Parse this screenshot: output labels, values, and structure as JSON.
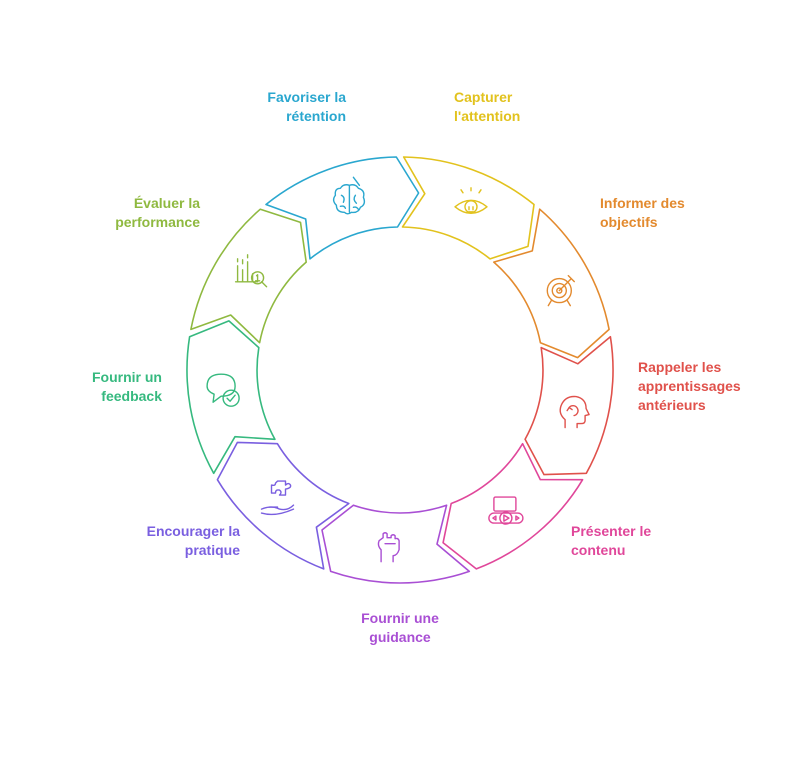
{
  "steps": [
    {
      "lines": [
        "Capturer",
        "l'attention"
      ],
      "color": "#e2c21d",
      "icon": "eye-bulb-icon"
    },
    {
      "lines": [
        "Informer des",
        "objectifs"
      ],
      "color": "#e38a2e",
      "icon": "target-icon"
    },
    {
      "lines": [
        "Rappeler les",
        "apprentissages",
        "antérieurs"
      ],
      "color": "#e0514b",
      "icon": "head-cycle-icon"
    },
    {
      "lines": [
        "Présenter le",
        "contenu"
      ],
      "color": "#e0479a",
      "icon": "video-player-icon"
    },
    {
      "lines": [
        "Fournir une",
        "guidance"
      ],
      "color": "#a94fd4",
      "icon": "hand-pointing-icon"
    },
    {
      "lines": [
        "Encourager la",
        "pratique"
      ],
      "color": "#7a5fe0",
      "icon": "hand-puzzle-icon"
    },
    {
      "lines": [
        "Fournir un",
        "feedback"
      ],
      "color": "#36b97f",
      "icon": "chat-check-icon"
    },
    {
      "lines": [
        "Évaluer la",
        "performance"
      ],
      "color": "#8fb940",
      "icon": "chart-magnifier-icon"
    },
    {
      "lines": [
        "Favoriser la",
        "rétention"
      ],
      "color": "#2aa7cf",
      "icon": "brain-icon"
    }
  ]
}
